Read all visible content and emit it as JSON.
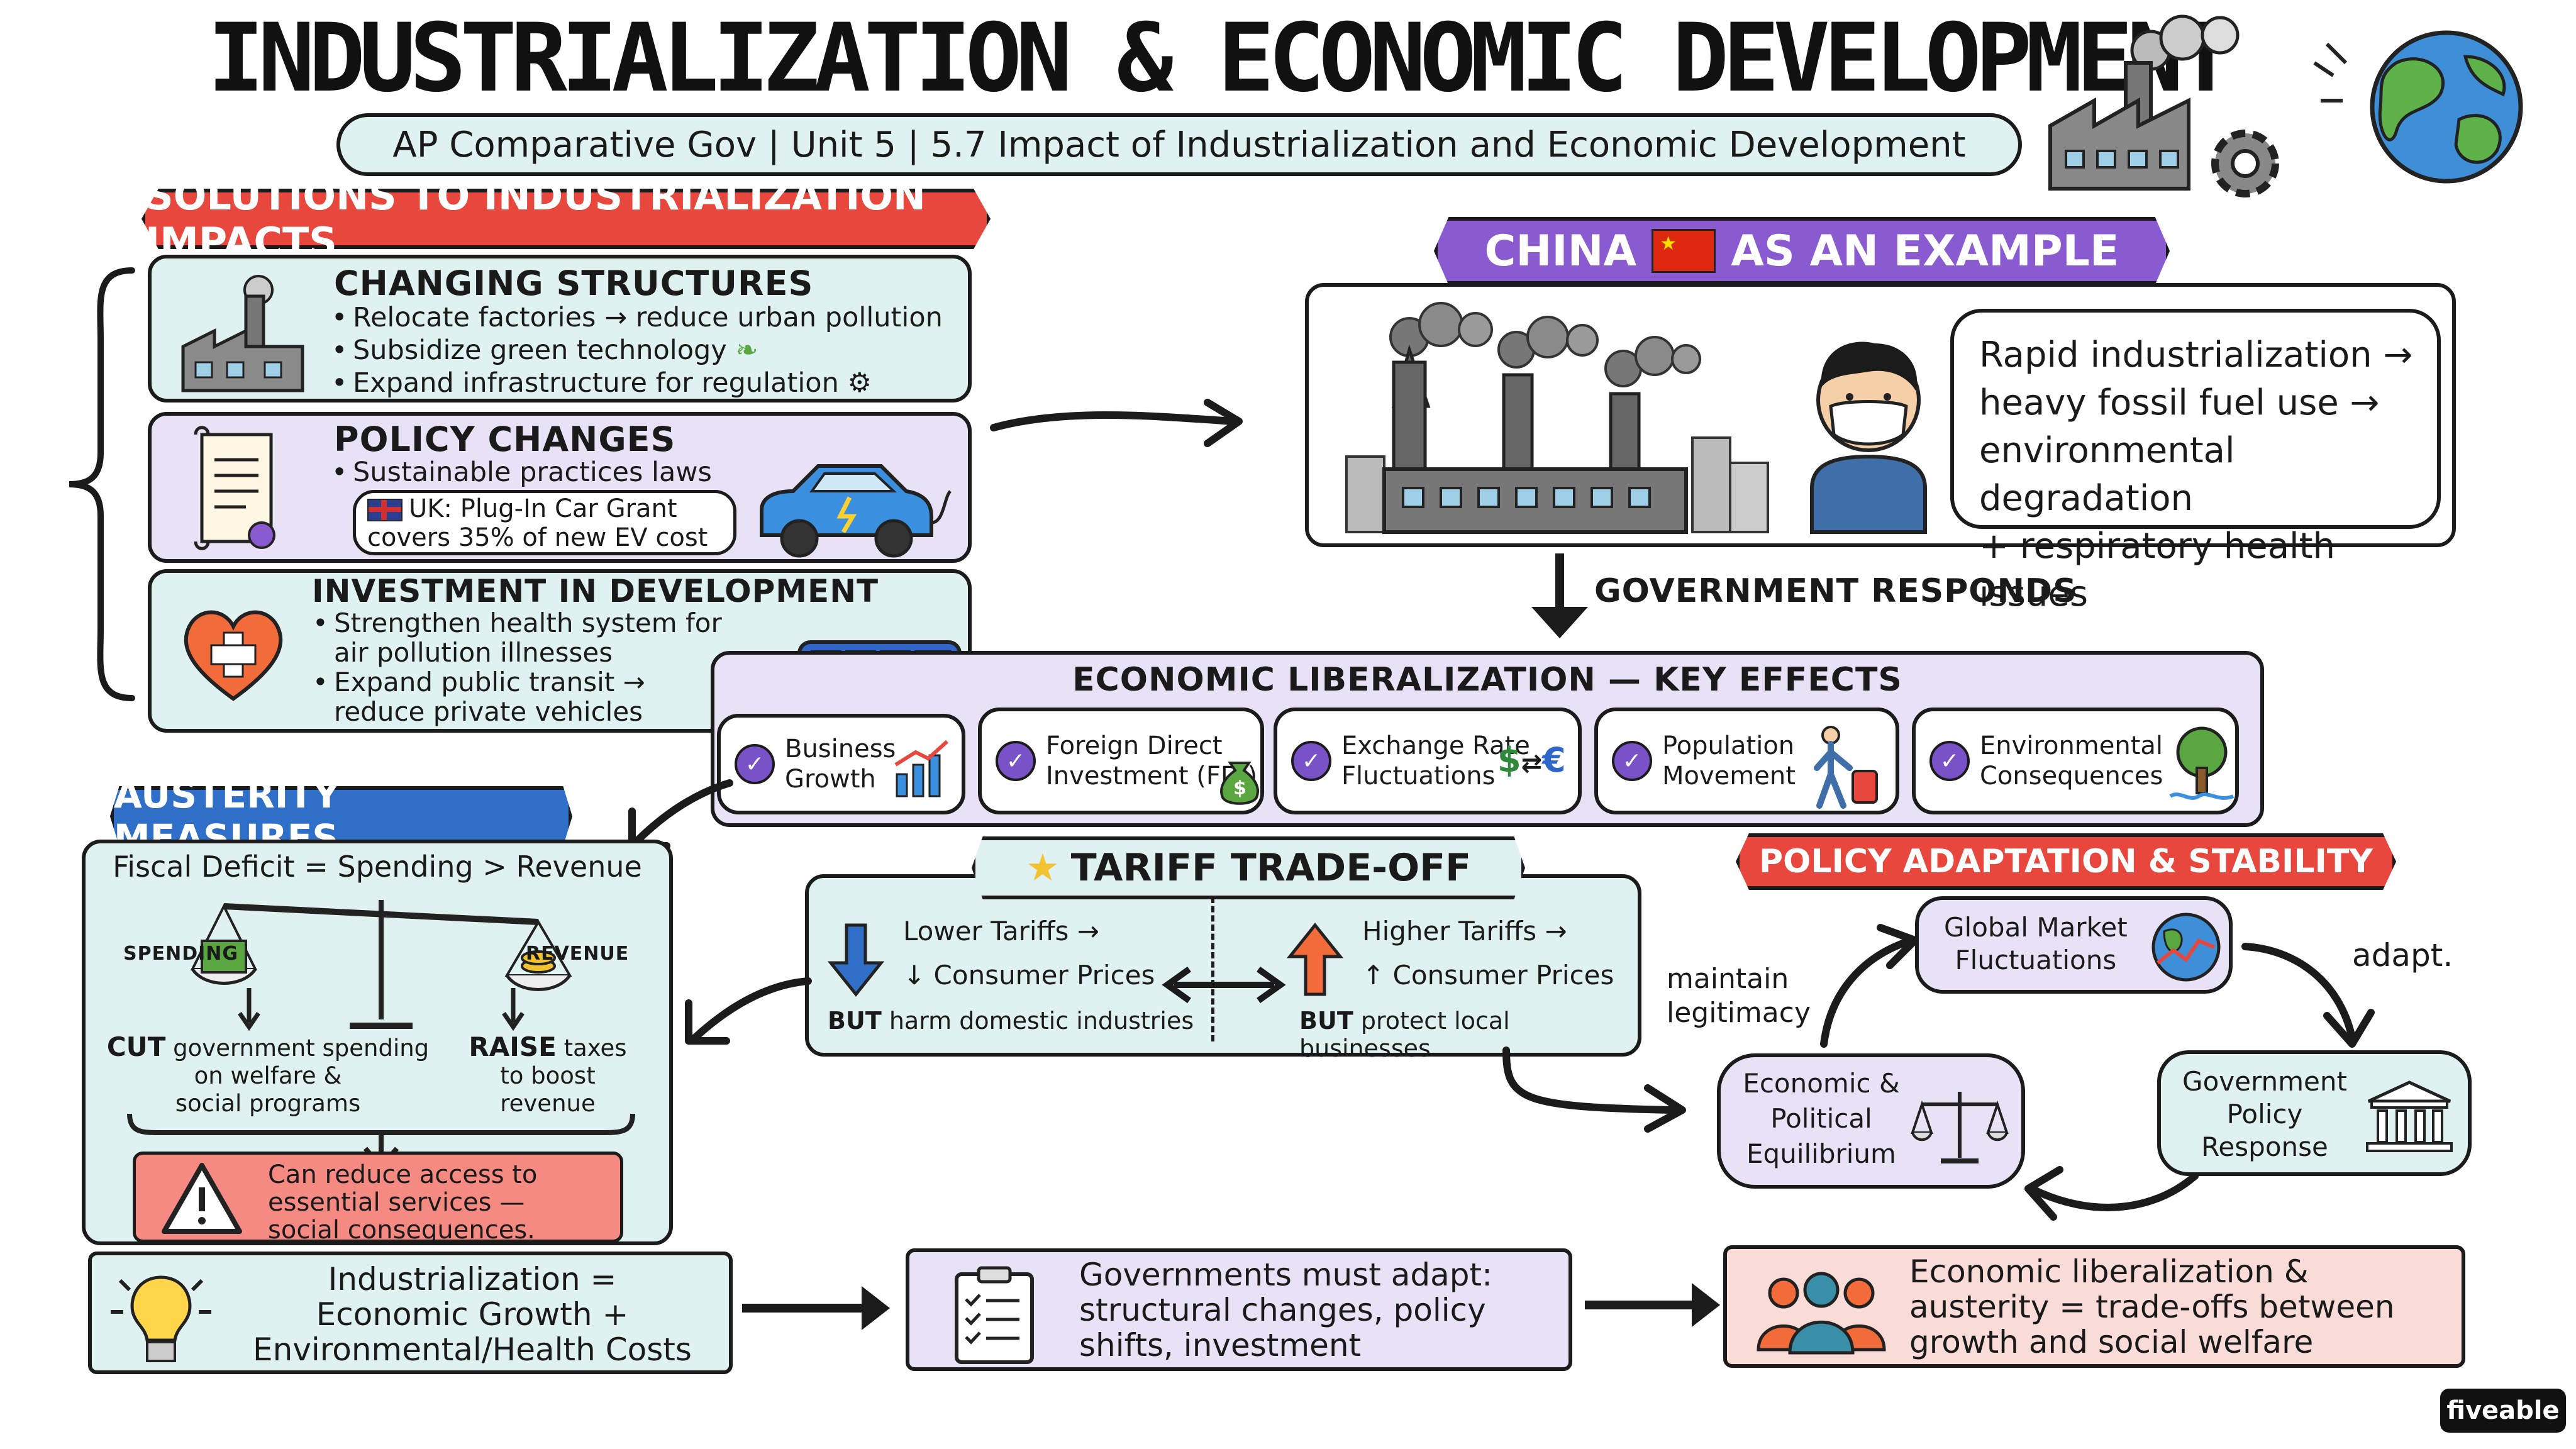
{
  "header": {
    "title": "INDUSTRIALIZATION & ECONOMIC DEVELOPMENT",
    "subtitle": "AP Comparative Gov | Unit 5 | 5.7 Impact of Industrialization and Economic Development"
  },
  "solutions": {
    "banner": "SOLUTIONS TO INDUSTRIALIZATION IMPACTS",
    "structures": {
      "title": "CHANGING STRUCTURES",
      "items": [
        "Relocate factories → reduce urban pollution",
        "Subsidize green technology",
        "Expand infrastructure for regulation"
      ]
    },
    "policy": {
      "title": "POLICY CHANGES",
      "items": [
        "Sustainable practices laws"
      ],
      "callout_line1": "UK: Plug-In Car Grant",
      "callout_line2": "covers 35% of new EV cost"
    },
    "investment": {
      "title": "INVESTMENT IN DEVELOPMENT",
      "item1_line1": "Strengthen health system for",
      "item1_line2": "air pollution illnesses",
      "item2_line1": "Expand public transit →",
      "item2_line2": "reduce private vehicles"
    }
  },
  "china": {
    "banner_left": "CHINA",
    "banner_right": "AS AN EXAMPLE",
    "bubble": [
      "Rapid industrialization →",
      "heavy fossil fuel use →",
      "environmental degradation",
      "+ respiratory health issues"
    ],
    "responds": "GOVERNMENT RESPONDS"
  },
  "liberalization": {
    "title": "ECONOMIC LIBERALIZATION — KEY EFFECTS",
    "effects": [
      {
        "line1": "Business",
        "line2": "Growth"
      },
      {
        "line1": "Foreign Direct",
        "line2": "Investment (FDI)"
      },
      {
        "line1": "Exchange Rate",
        "line2": "Fluctuations"
      },
      {
        "line1": "Population",
        "line2": "Movement"
      },
      {
        "line1": "Environmental",
        "line2": "Consequences"
      }
    ]
  },
  "austerity": {
    "banner": "AUSTERITY MEASURES",
    "equation": "Fiscal Deficit = Spending > Revenue",
    "spending_label": "SPENDING",
    "revenue_label": "REVENUE",
    "cut_word": "CUT",
    "cut_line1": "government spending",
    "cut_line2": "on welfare &",
    "cut_line3": "social programs",
    "raise_word": "RAISE",
    "raise_line1": "taxes",
    "raise_line2": "to boost",
    "raise_line3": "revenue",
    "warning": [
      "Can reduce access to",
      "essential services —",
      "social consequences."
    ]
  },
  "tariff": {
    "banner": "TARIFF TRADE-OFF",
    "lower_line1": "Lower Tariffs →",
    "lower_line2": "↓ Consumer Prices",
    "lower_but": "BUT",
    "lower_rest": "harm domestic industries",
    "higher_line1": "Higher Tariffs →",
    "higher_line2": "↑ Consumer Prices",
    "higher_but": "BUT",
    "higher_rest": "protect local businesses."
  },
  "policy_adaptation": {
    "banner": "POLICY ADAPTATION & STABILITY",
    "global_line1": "Global Market",
    "global_line2": "Fluctuations",
    "government_line1": "Government",
    "government_line2": "Policy",
    "government_line3": "Response",
    "equilibrium_line1": "Economic &",
    "equilibrium_line2": "Political",
    "equilibrium_line3": "Equilibrium",
    "maintain_line1": "maintain",
    "maintain_line2": "legitimacy",
    "adapt": "adapt."
  },
  "summary": {
    "left": [
      "Industrialization =",
      "Economic Growth +",
      "Environmental/Health Costs"
    ],
    "middle": [
      "Governments must adapt:",
      "structural changes, policy",
      "shifts, investment"
    ],
    "right": [
      "Economic liberalization &",
      "austerity = trade-offs between",
      "growth and social welfare"
    ]
  },
  "brand": "fiveable",
  "colors": {
    "red_banner": "#e8473d",
    "purple_banner": "#8a5ad0",
    "blue_banner": "#2f6fc8",
    "teal_panel": "#dff2f1",
    "lavender_panel": "#e9e2f6",
    "pink_panel": "#f9dcd8",
    "warning_red": "#f58a82"
  }
}
